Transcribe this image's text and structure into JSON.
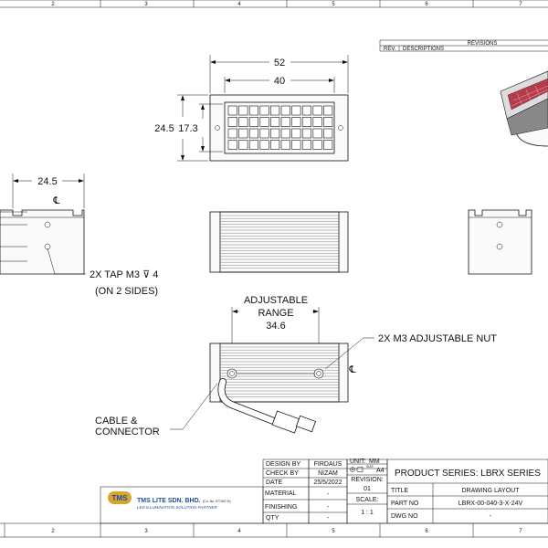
{
  "zones_top": [
    "2",
    "3",
    "4",
    "5",
    "6",
    "7"
  ],
  "zones_bottom": [
    "2",
    "3",
    "4",
    "5",
    "6",
    "7"
  ],
  "revisions": {
    "title": "REVISIONS",
    "rev_label": "REV.",
    "desc_label": "DESCRIPTIONS"
  },
  "dims": {
    "width_outer": "52",
    "width_inner": "40",
    "height_outer": "24.5",
    "height_inner": "17.3",
    "side_depth": "24.5",
    "adjustable_label_1": "ADJUSTABLE",
    "adjustable_label_2": "RANGE",
    "adjustable_value": "34.6",
    "centerline": "℄"
  },
  "notes": {
    "tap_1": "2X TAP M3 ⊽ 4",
    "tap_2": "(ON 2 SIDES)",
    "nut": "2X M3 ADJUSTABLE NUT",
    "cable_1": "CABLE &",
    "cable_2": "CONNECTOR"
  },
  "title_block": {
    "design_by_label": "DESIGN BY",
    "design_by": "FIRDAUS",
    "check_by_label": "CHECK BY",
    "check_by": "NIZAM",
    "date_label": "DATE",
    "date": "25/5/2022",
    "material_label": "MATERIAL",
    "material": "-",
    "finishing_label": "FINISHING",
    "finishing": "-",
    "qty_label": "QTY",
    "qty": "-",
    "unit_label": "UNIT:",
    "unit": "MM",
    "size_label": "SIZE",
    "size": "A4",
    "revision_label": "REVISION:",
    "revision": "01",
    "scale_label": "SCALE:",
    "scale": "1 : 1",
    "product_series": "PRODUCT SERIES: LBRX SERIES",
    "title_label": "TITLE",
    "title": "DRAWING LAYOUT",
    "part_no_label": "PART NO",
    "part_no": "LBRX-00-040-3-X-24V",
    "dwg_no_label": "DWG NO",
    "dwg_no": "-"
  },
  "company": {
    "logo_text": "TMS",
    "name": "TMS LITE SDN. BHD.",
    "reg": "(Co. No. 977407-H)",
    "tagline": "LED ILLUMINATION SOLUTION PARTNER"
  },
  "colors": {
    "logo_blue": "#1f4e9c",
    "logo_gold": "#d8a531",
    "led_red": "#c0392b"
  }
}
